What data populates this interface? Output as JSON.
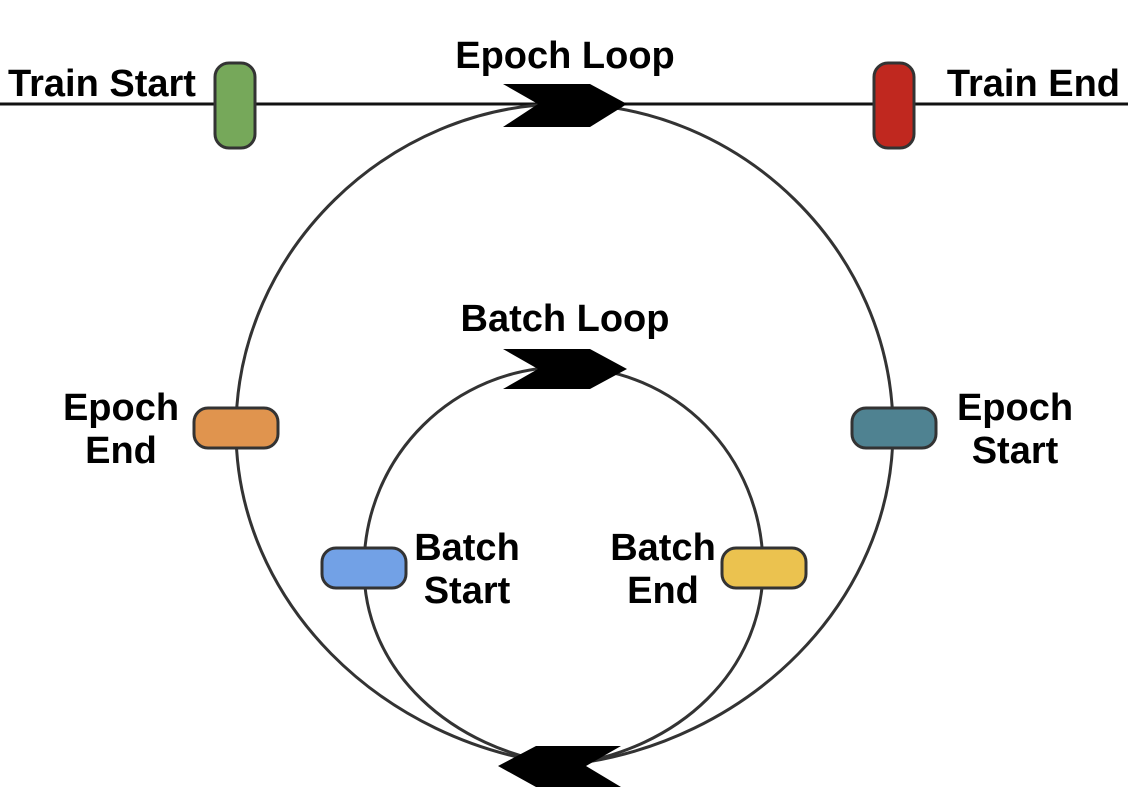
{
  "labels": {
    "train_start": "Train Start",
    "train_end": "Train End",
    "epoch_loop": "Epoch Loop",
    "batch_loop": "Batch Loop",
    "epoch_end_line1": "Epoch",
    "epoch_end_line2": "End",
    "epoch_start_line1": "Epoch",
    "epoch_start_line2": "Start",
    "batch_start_line1": "Batch",
    "batch_start_line2": "Start",
    "batch_end_line1": "Batch",
    "batch_end_line2": "End"
  },
  "colors": {
    "train_start": "#76A85A",
    "train_end": "#C0281F",
    "epoch_end": "#E0944E",
    "epoch_start": "#4F8291",
    "batch_start": "#72A1E6",
    "batch_end": "#EBC24F"
  }
}
